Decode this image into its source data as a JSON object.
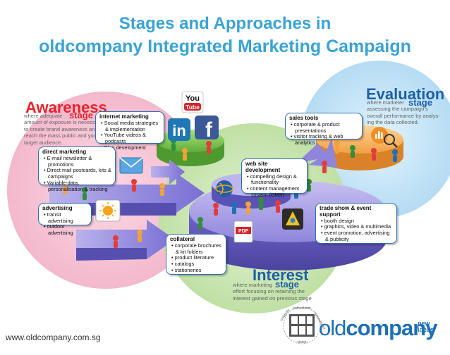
{
  "title": {
    "line1": "Stages and Approaches in",
    "line2": "oldcompany Integrated Marketing Campaign"
  },
  "stages": {
    "awareness": {
      "name": "Awareness",
      "stage_word": "stage",
      "description": [
        "where adequate",
        "amount of exposure is necessary",
        "to create brand awareness and",
        "reach the mass public and your",
        "target audience."
      ]
    },
    "interest": {
      "name": "Interest",
      "stage_word": "stage",
      "description": [
        "where marketing",
        "effort focusing on retaining the",
        "interest gained on previous stage"
      ]
    },
    "evaluation": {
      "name": "Evaluation",
      "stage_word": "stage",
      "description": [
        "where marketer",
        "assessing the campaign's",
        "overall performance by analys-",
        "ing the data collected."
      ]
    }
  },
  "boxes": {
    "internet_marketing": {
      "title": "internet marketing",
      "items": [
        "Social media strategies & implementation",
        "YouTube videos & podcasts",
        "Blog development"
      ]
    },
    "direct_marketing": {
      "title": "direct marketing",
      "items": [
        "E-mail newsletter & promotions",
        "Direct mail postcards, kits & campaigns",
        "Variable-data, personalisation & tracking"
      ]
    },
    "advertising": {
      "title": "advertising",
      "items": [
        "transit advertising",
        "outdoor advertising"
      ]
    },
    "collateral": {
      "title": "collateral",
      "items": [
        "corporate brochures & kit folders",
        "product literature",
        "catalogs",
        "stationeries"
      ]
    },
    "web_site_development": {
      "title": "web site development",
      "items": [
        "compelling design & functionality",
        "content management system (CMS)"
      ]
    },
    "sales_tools": {
      "title": "sales tools",
      "items": [
        "corporate & product presentations",
        "visitor tracking & web analytics"
      ]
    },
    "trade_show": {
      "title": "trade show & event support",
      "items": [
        "booth design",
        "graphics, video & multimedia",
        "event promotion, advertising & publicity"
      ]
    }
  },
  "icons": {
    "youtube": {
      "line1": "You",
      "line2": "Tube"
    },
    "linkedin": "in",
    "facebook": "f",
    "pdf": "PDF"
  },
  "footer": {
    "url": "www.oldcompany.com.sg",
    "logo_prefix": "old",
    "logo_main": "company",
    "logo_new": "new",
    "logo_ideas": "ideas",
    "badge_words": [
      "creativity",
      "enthusiasm",
      "commitment",
      "vision"
    ]
  },
  "colors": {
    "title": "#3aa3d6",
    "awareness": "#e8232a",
    "interest": "#1f5fa8",
    "evaluation": "#1f5fa8",
    "box_border": "#2f6fb0",
    "awareness_circle": "#f7c6d6",
    "interest_circle": "#cfe8b8",
    "evaluation_circle": "#c8e6f7"
  }
}
